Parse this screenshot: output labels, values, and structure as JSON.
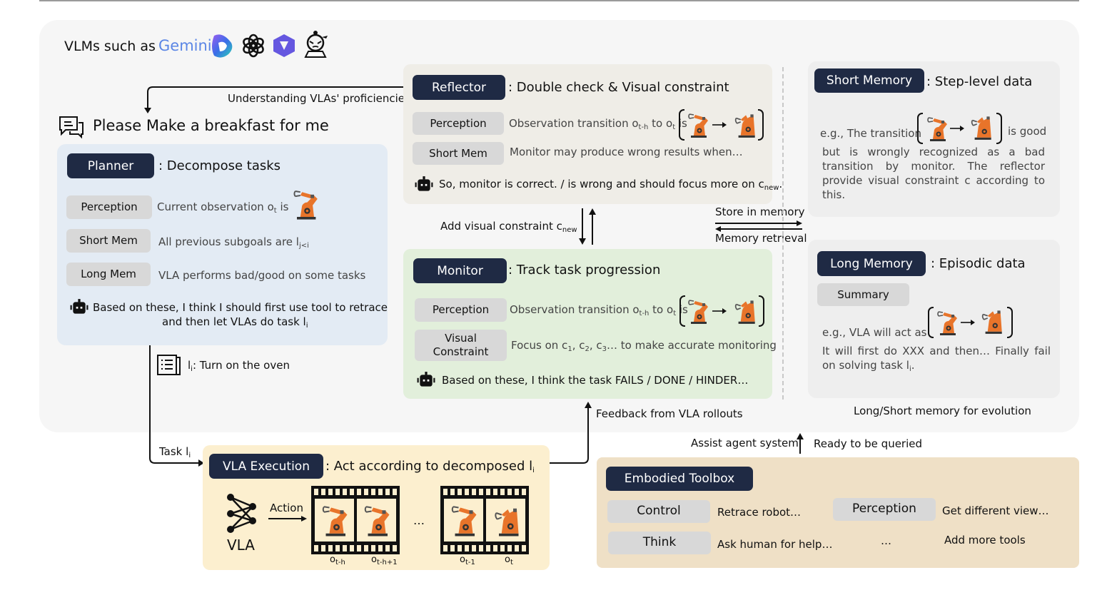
{
  "header": {
    "vlms_label": "VLMs such as",
    "logos": [
      "gemini-logo",
      "doubao-logo",
      "openai-logo",
      "qwen-logo",
      "deepseek-avatar-logo"
    ],
    "gemini_text": "Gemini"
  },
  "flow_labels": {
    "understanding": "Understanding VLAs' proficiencies",
    "add_constraint": "Add visual constraint c",
    "add_constraint_sub": "new",
    "store_memory": "Store in memory",
    "memory_retrieval": "Memory retrieval",
    "feedback": "Feedback from VLA rollouts",
    "task_li": "Task l",
    "task_li_sub": "i",
    "subtask_prefix": "l",
    "subtask_sub": "i",
    "subtask_text": ": Turn on the oven",
    "memory_evolution": "Long/Short memory for evolution",
    "assist_agent": "Assist agent system",
    "ready_query": "Ready to be queried"
  },
  "user_request": {
    "text": "Please Make a breakfast for me"
  },
  "planner": {
    "badge": "Planner",
    "title": ": Decompose tasks",
    "rows": [
      {
        "label": "Perception",
        "text": "Current observation o",
        "sub": "t",
        "tail": " is"
      },
      {
        "label": "Short Mem",
        "text": "All previous subgoals are l",
        "sub": "j<i",
        "tail": ""
      },
      {
        "label": "Long Mem",
        "text": "VLA performs bad/good on some tasks",
        "sub": "",
        "tail": ""
      }
    ],
    "thought_line1": "Based on these, I think I should first use tool to retrace",
    "thought_line2": "and then let VLAs do task l",
    "thought_sub": "i"
  },
  "reflector": {
    "badge": "Reflector",
    "title": ": Double check & Visual constraint",
    "rows": [
      {
        "label": "Perception",
        "text": "Observation transition o",
        "sub1": "t-h",
        "mid": " to o",
        "sub2": "t",
        "tail": " is"
      },
      {
        "label": "Short Mem",
        "text": "Monitor may produce wrong results when…"
      }
    ],
    "thought": "So, monitor is correct. / is wrong and should focus more on c",
    "thought_sub": "new",
    "thought_end": "."
  },
  "monitor": {
    "badge": "Monitor",
    "title": ": Track task progression",
    "rows": [
      {
        "label": "Perception",
        "text": "Observation transition o",
        "sub1": "t-h",
        "mid": " to o",
        "sub2": "t",
        "tail": " is"
      },
      {
        "label_line1": "Visual",
        "label_line2": "Constraint",
        "text": "Focus on c",
        "sub1": "1",
        "mid1": ", c",
        "sub2": "2",
        "mid2": ", c",
        "sub3": "3",
        "tail": "… to make accurate monitoring"
      }
    ],
    "thought": "Based on these, I think the task FAILS / DONE / HINDER…"
  },
  "short_memory": {
    "badge": "Short Memory",
    "title": ": Step-level data",
    "eg_prefix": "e.g., The transition",
    "eg_suffix": "is good",
    "body": "but is wrongly recognized as a bad transition by monitor. The reflector provide visual constraint c according to this."
  },
  "long_memory": {
    "badge": "Long Memory",
    "title": ": Episodic data",
    "summary_label": "Summary",
    "eg_prefix": "e.g., VLA will act as",
    "body": "It will first do XXX and then… Finally fail on solving task l",
    "body_sub": "i",
    "body_end": "."
  },
  "vla_execution": {
    "badge": "VLA Execution",
    "title": ": Act according to decomposed l",
    "title_sub": "i",
    "vla_label": "VLA",
    "action_label": "Action",
    "ellipsis": "…",
    "frames": [
      {
        "o": "o",
        "sub": "t-h"
      },
      {
        "o": "o",
        "sub": "t-h+1"
      },
      {
        "o": "o",
        "sub": "t-1"
      },
      {
        "o": "o",
        "sub": "t"
      }
    ]
  },
  "toolbox": {
    "badge": "Embodied  Toolbox",
    "tools": [
      {
        "label": "Control",
        "desc": "Retrace robot…"
      },
      {
        "label": "Perception",
        "desc": "Get different view…"
      },
      {
        "label": "Think",
        "desc": "Ask human for help…"
      },
      {
        "label": "…",
        "desc": "Add more tools"
      }
    ]
  },
  "colors": {
    "badge_dark": "#1f2a44",
    "pill_grey": "#d8d8d8",
    "planner_bg": "#e3ebf4",
    "reflector_bg": "#efede7",
    "monitor_bg": "#e2efdb",
    "memory_bg": "#eeeeee",
    "vla_bg": "#fcefcf",
    "toolbox_bg": "#efe0c6",
    "robot_orange": "#e8742a"
  }
}
